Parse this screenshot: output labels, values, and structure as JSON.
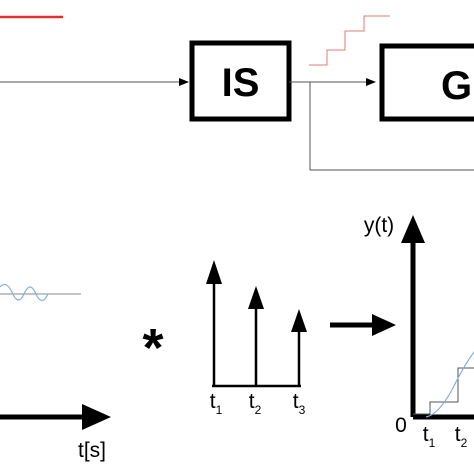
{
  "blocks": {
    "shaper": "IS",
    "plant": "G"
  },
  "operators": {
    "convolution": "*"
  },
  "axes": {
    "time_label": "t[s]",
    "output_label": "y(t)",
    "origin": "0"
  },
  "impulses": [
    {
      "t": "t",
      "sub": "1"
    },
    {
      "t": "t",
      "sub": "2"
    },
    {
      "t": "t",
      "sub": "3"
    }
  ],
  "output_ticks": [
    {
      "t": "t",
      "sub": "1"
    },
    {
      "t": "t",
      "sub": "2"
    }
  ],
  "colors": {
    "line": "#000000",
    "thin_line": "#555555",
    "accent_red": "#e0322a",
    "staircase": "#e57b6f",
    "wave": "#7fb3df"
  }
}
